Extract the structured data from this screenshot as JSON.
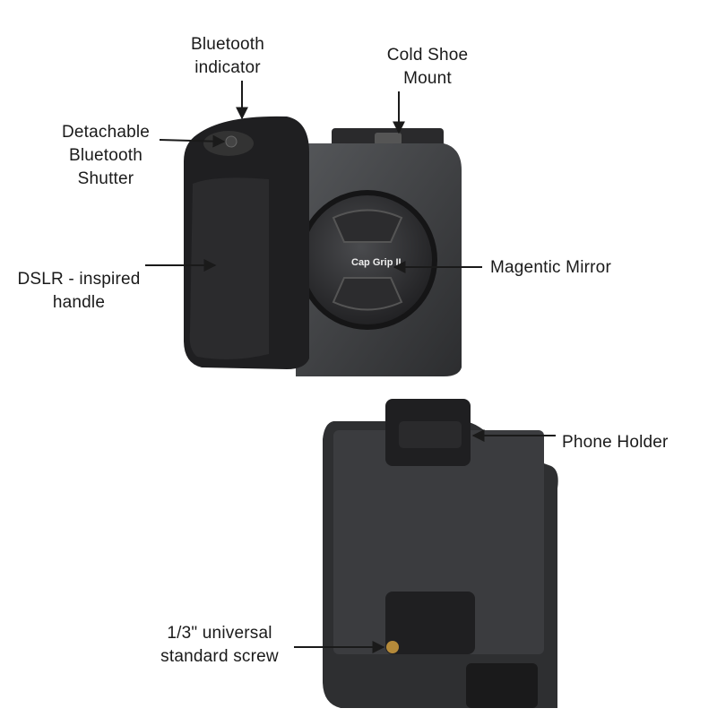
{
  "labels": {
    "bluetooth_indicator": [
      "Bluetooth",
      "indicator"
    ],
    "cold_shoe": [
      "Cold Shoe",
      "Mount"
    ],
    "shutter": [
      "Detachable",
      "Bluetooth",
      "Shutter"
    ],
    "handle": [
      "DSLR - inspired",
      "handle"
    ],
    "mirror": "Magentic Mirror",
    "phone_holder": "Phone Holder",
    "screw": [
      "1/3\" universal",
      "standard screw"
    ]
  },
  "product": {
    "cap_text": "Cap Grip II"
  },
  "colors": {
    "text": "#1a1a1a",
    "body": "#3a3a3c",
    "grip": "#262628"
  }
}
